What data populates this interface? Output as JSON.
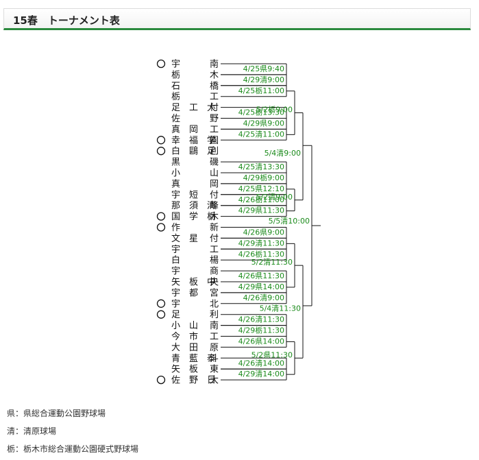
{
  "header": {
    "title": "15春　トーナメント表"
  },
  "teams": [
    {
      "left": "宇",
      "right": "南",
      "seed": true
    },
    {
      "left": "栃",
      "right": "木",
      "seed": false
    },
    {
      "left": "石",
      "right": "橋",
      "seed": false
    },
    {
      "left": "栃",
      "right": "工",
      "seed": false
    },
    {
      "left": "足　工　大",
      "right": "付",
      "seed": false
    },
    {
      "left": "佐",
      "right": "野",
      "seed": false
    },
    {
      "left": "真　岡",
      "right": "工",
      "seed": false
    },
    {
      "left": "幸　福　学",
      "right": "園",
      "seed": true
    },
    {
      "left": "白　鷗　足",
      "right": "利",
      "seed": true
    },
    {
      "left": "黒",
      "right": "磯",
      "seed": false
    },
    {
      "left": "小",
      "right": "山",
      "seed": false
    },
    {
      "left": "真",
      "right": "岡",
      "seed": false
    },
    {
      "left": "宇　短",
      "right": "付",
      "seed": false
    },
    {
      "left": "那　須　清",
      "right": "峰",
      "seed": false
    },
    {
      "left": "国　学　栃",
      "right": "木",
      "seed": true
    },
    {
      "left": "作",
      "right": "新",
      "seed": true
    },
    {
      "left": "文　星",
      "right": "付",
      "seed": false
    },
    {
      "left": "宇",
      "right": "工",
      "seed": false
    },
    {
      "left": "白",
      "right": "楊",
      "seed": false
    },
    {
      "left": "宇",
      "right": "商",
      "seed": false
    },
    {
      "left": "矢　板　中",
      "right": "央",
      "seed": false
    },
    {
      "left": "宇　都",
      "right": "宮",
      "seed": false
    },
    {
      "left": "宇",
      "right": "北",
      "seed": true
    },
    {
      "left": "足",
      "right": "利",
      "seed": true
    },
    {
      "left": "小　山",
      "right": "南",
      "seed": false
    },
    {
      "left": "今　市",
      "right": "工",
      "seed": false
    },
    {
      "left": "大　田",
      "right": "原",
      "seed": false
    },
    {
      "left": "青　藍　泰",
      "right": "斗",
      "seed": false
    },
    {
      "left": "矢　板",
      "right": "東",
      "seed": false
    },
    {
      "left": "佐　野　日",
      "right": "大",
      "seed": true
    }
  ],
  "matches": {
    "r1": [
      "4/25県9:40",
      "4/29清9:00",
      "4/25栃11:00",
      "4/25栃13:30",
      "4/29県9:00",
      "4/25清11:00",
      "4/25清13:30",
      "4/29栃9:00",
      "4/25県12:10",
      "4/26栃11:00",
      "4/29県11:30",
      "4/26県9:00",
      "4/29清11:30",
      "4/26栃11:30",
      "4/26県11:30",
      "4/29県14:00",
      "4/26清9:00",
      "4/26清11:30",
      "4/29栃11:30",
      "4/26県14:00",
      "4/26清14:00",
      "4/29清14:00"
    ],
    "r2": [
      "5/2栃9:00",
      "5/2清9:00",
      "5/2清11:30",
      "5/2県11:30"
    ],
    "r3": [
      "5/4清9:00",
      "5/4清11:30"
    ],
    "final": "5/5清10:00"
  },
  "legend": [
    "県：県総合運動公園野球場",
    "清：清原球場",
    "栃：栃木市総合運動公園硬式野球場"
  ]
}
